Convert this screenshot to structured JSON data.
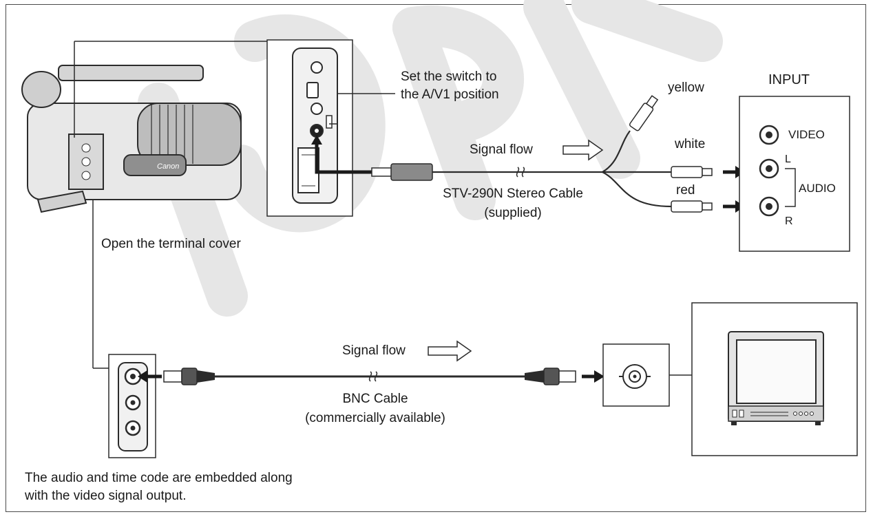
{
  "labels": {
    "switch_note_line1": "Set the switch to",
    "switch_note_line2": "the A/V1 position",
    "input_title": "INPUT",
    "yellow": "yellow",
    "white": "white",
    "red": "red",
    "video": "VIDEO",
    "audio": "AUDIO",
    "left_ch": "L",
    "right_ch": "R",
    "signal_flow_top": "Signal flow",
    "stereo_cable_line1": "STV-290N Stereo Cable",
    "stereo_cable_line2": "(supplied)",
    "open_cover": "Open the terminal cover",
    "signal_flow_bottom": "Signal flow",
    "bnc_line1": "BNC Cable",
    "bnc_line2": "(commercially available)",
    "footnote_line1": "The audio and time code are embedded along",
    "footnote_line2": "with the video signal output.",
    "camera_brand": "Canon"
  },
  "colors": {
    "line": "#2b2b2b",
    "border": "#4a4a4a",
    "watermark": "#e4e4e4",
    "panel_fill": "#f7f7f7"
  }
}
